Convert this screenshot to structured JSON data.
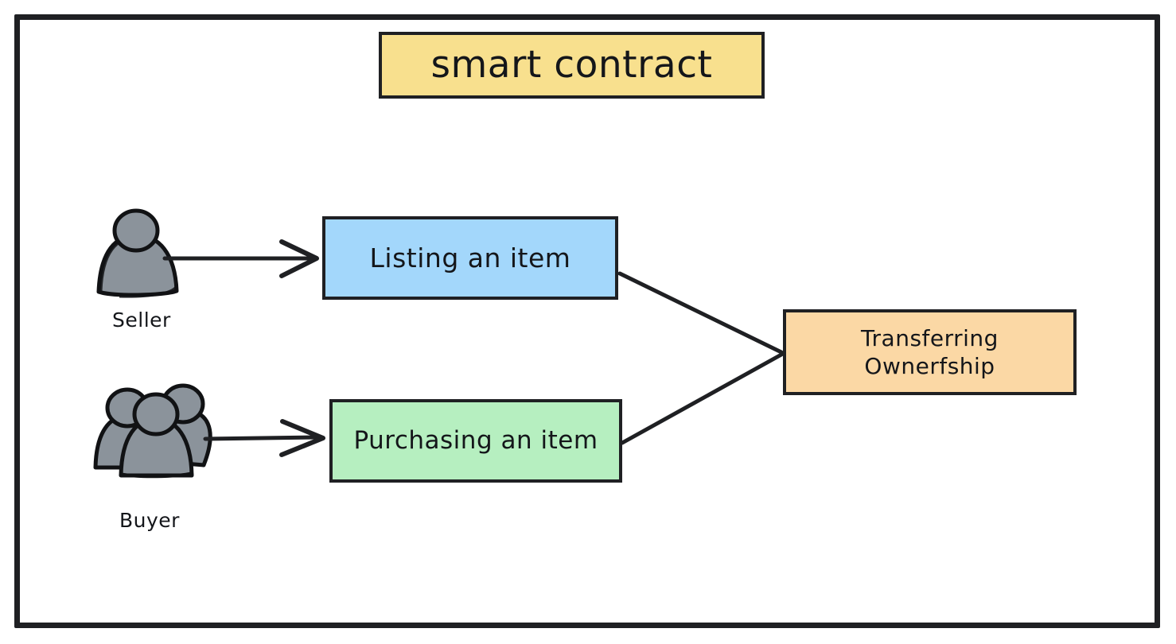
{
  "diagram": {
    "type": "flowchart",
    "title": "smart contract",
    "frame_color": "#1f2023",
    "background": "#ffffff",
    "nodes": [
      {
        "id": "title",
        "label": "smart contract",
        "fill": "#f8e08e",
        "role": "header-box"
      },
      {
        "id": "listing",
        "label": "Listing an item",
        "fill": "#a3d7fb",
        "role": "process-box"
      },
      {
        "id": "purchasing",
        "label": "Purchasing an item",
        "fill": "#b6efc0",
        "role": "process-box"
      },
      {
        "id": "transfer",
        "label_line1": "Transferring",
        "label_line2": "Ownerfship",
        "fill": "#fbd8a5",
        "role": "process-box"
      }
    ],
    "actors": [
      {
        "id": "seller",
        "label": "Seller",
        "icon": "single-person-icon",
        "fill": "#8b939b"
      },
      {
        "id": "buyer",
        "label": "Buyer",
        "icon": "group-of-people-icon",
        "fill": "#8b939b"
      }
    ],
    "edges": [
      {
        "from": "seller",
        "to": "listing",
        "style": "arrow"
      },
      {
        "from": "buyer",
        "to": "purchasing",
        "style": "arrow"
      },
      {
        "from": "listing",
        "to": "transfer",
        "style": "line"
      },
      {
        "from": "purchasing",
        "to": "transfer",
        "style": "line"
      }
    ]
  }
}
